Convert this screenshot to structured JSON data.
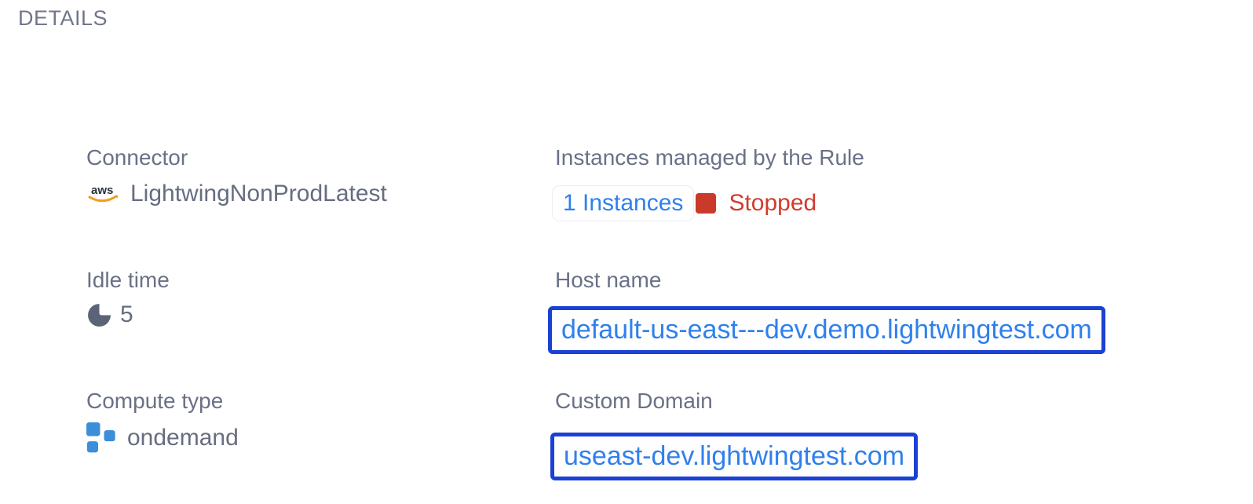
{
  "details": {
    "heading": "DETAILS",
    "connector": {
      "label": "Connector",
      "icon_text": "aws",
      "value": "LightwingNonProdLatest"
    },
    "instances": {
      "label": "Instances managed by the Rule",
      "count_link": "1 Instances",
      "status": "Stopped"
    },
    "idle_time": {
      "label": "Idle time",
      "value": "5"
    },
    "host_name": {
      "label": "Host name",
      "value": "default-us-east---dev.demo.lightwingtest.com"
    },
    "compute_type": {
      "label": "Compute type",
      "value": "ondemand"
    },
    "custom_domain": {
      "label": "Custom Domain",
      "value": "useast-dev.lightwingtest.com"
    }
  },
  "icons": {
    "connector": "aws-logo-icon",
    "idle_time": "pie-clock-icon",
    "compute_type": "blue-squares-icon",
    "status": "red-square-status-icon"
  },
  "colors": {
    "label_gray": "#6a7186",
    "value_gray": "#666d80",
    "link_blue": "#2f80ed",
    "box_border_blue": "#1b41d4",
    "status_red": "#d23b2c",
    "status_square_red": "#c93a2b",
    "aws_dark": "#29303f",
    "aws_orange": "#f49b1f",
    "compute_blue": "#3c8ed9",
    "clock_slate": "#5a6476"
  }
}
